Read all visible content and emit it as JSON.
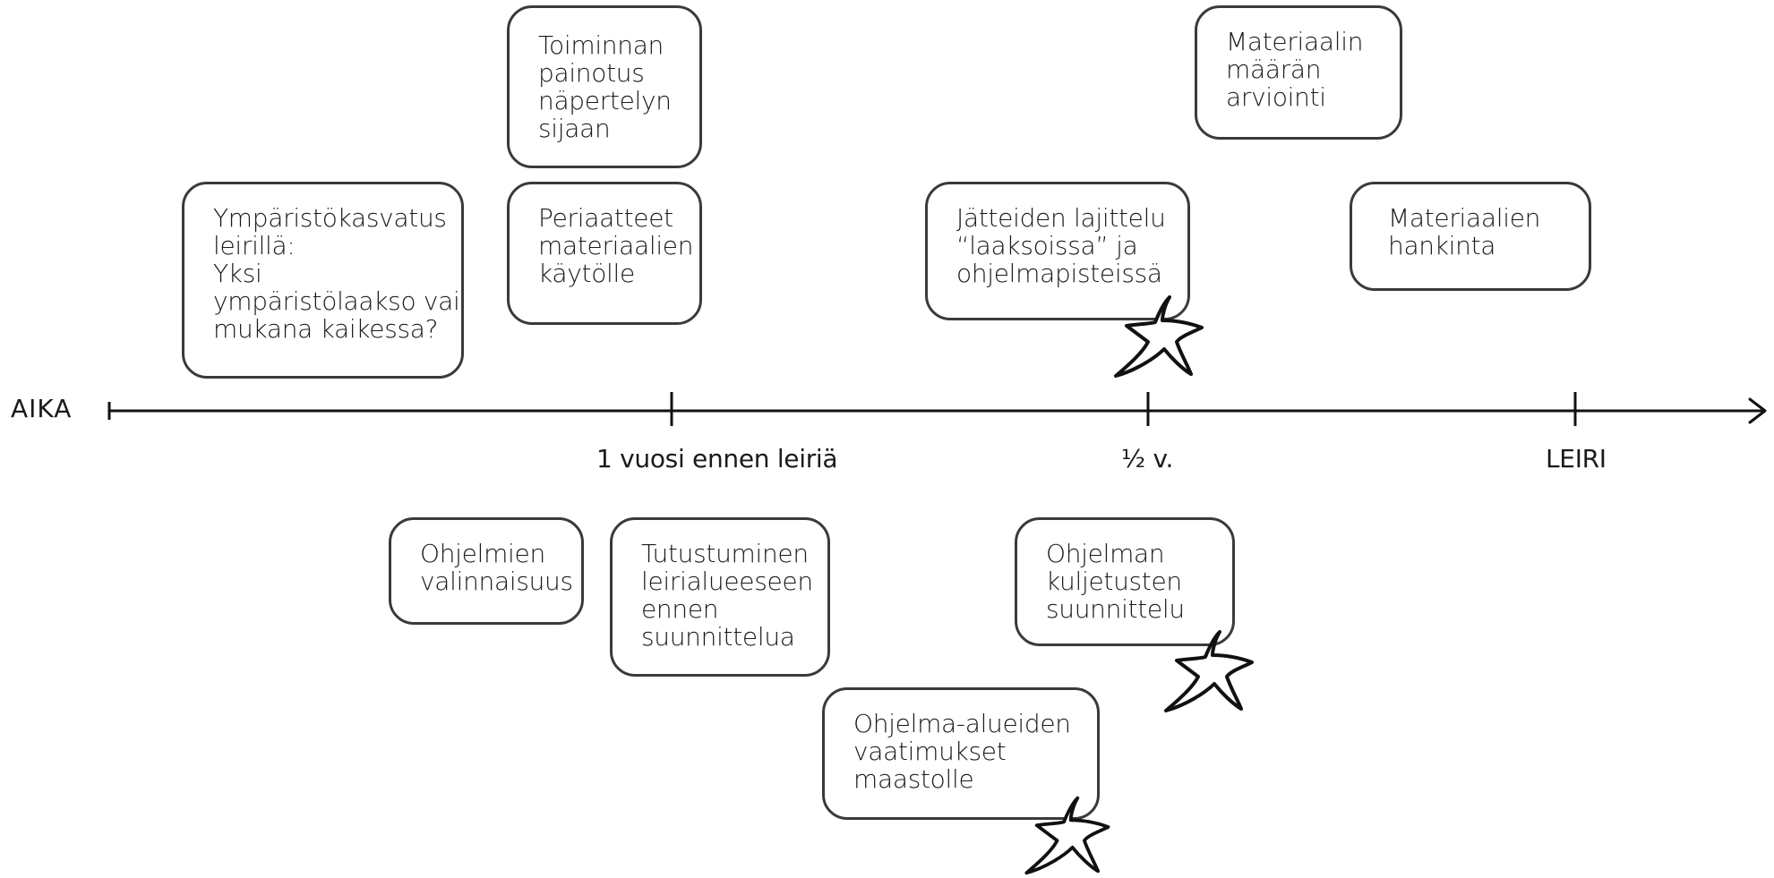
{
  "axis": {
    "start_label": "AIKA",
    "ticks": [
      "1 vuosi ennen leiriä",
      "½ v.",
      "LEIRI"
    ]
  },
  "boxes": {
    "ymparistokasvatus": [
      "Ympäristökasvatus",
      "leirillä:",
      "Yksi",
      "ympäristölaakso vai",
      "mukana kaikessa?"
    ],
    "toiminnan_painotus": [
      "Toiminnan",
      "painotus",
      "näpertelyn",
      "sijaan"
    ],
    "periaatteet": [
      "Periaatteet",
      "materiaalien",
      "käytölle"
    ],
    "materiaalin_maaran": [
      "Materiaalin",
      "määrän",
      "arviointi"
    ],
    "jatteiden_lajittelu": [
      "Jätteiden lajittelu",
      "“laaksoissa” ja",
      "ohjelmapisteissä"
    ],
    "materiaalien_hankinta": [
      "Materiaalien",
      "hankinta"
    ],
    "ohjelmien_valinnaisuus": [
      "Ohjelmien",
      "valinnaisuus"
    ],
    "tutustuminen": [
      "Tutustuminen",
      "leirialueeseen",
      "ennen",
      "suunnittelua"
    ],
    "ohjelman_kuljetusten": [
      "Ohjelman",
      "kuljetusten",
      "suunnittelu"
    ],
    "ohjelma_alueiden": [
      "Ohjelma-alueiden",
      "vaatimukset",
      "maastolle"
    ]
  },
  "icons": {
    "star": "star-icon"
  }
}
